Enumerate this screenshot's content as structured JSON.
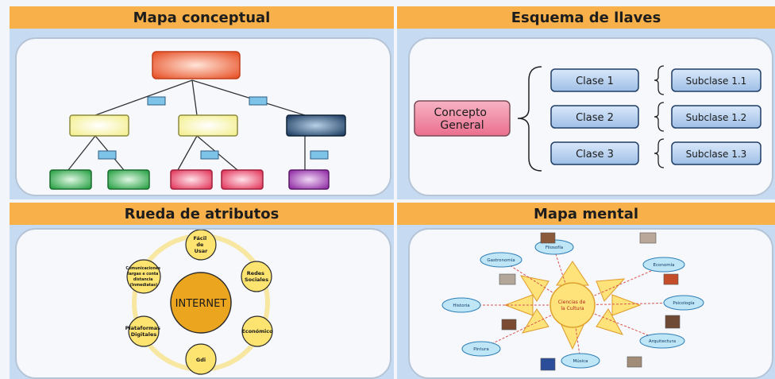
{
  "panels": {
    "concept_map": {
      "title": "Mapa conceptual"
    },
    "brace_scheme": {
      "title": "Esquema de llaves",
      "concept": [
        "Concepto",
        "General"
      ],
      "classes": [
        "Clase 1",
        "Clase 2",
        "Clase 3"
      ],
      "subclasses": [
        "Subclase 1.1",
        "Subclase 1.2",
        "Subclase 1.3"
      ]
    },
    "attribute_wheel": {
      "title": "Rueda de atributos",
      "center": "INTERNET",
      "attributes": [
        [
          "Fácil",
          "de",
          "Usar"
        ],
        [
          "Redes",
          "Sociales"
        ],
        [
          "Económico"
        ],
        [
          "Gdi"
        ],
        [
          "Plataformas",
          "Digitales"
        ],
        [
          "Comunicaciones",
          "largas e conta",
          "distancia",
          "(Inmediatas)"
        ]
      ]
    },
    "mind_map": {
      "title": "Mapa mental",
      "center": [
        "Ciencias de",
        "la Cultura"
      ],
      "topics": [
        "Filosofía",
        "Economía",
        "Psicología",
        "Arquitectura",
        "Música",
        "Pintura",
        "Historia",
        "Gastronomía"
      ]
    }
  },
  "colors": {
    "header": "#f7b04a",
    "panel": "#c6dbf1",
    "root_node": "#e8542a",
    "yellow_node": "#f4ef8e",
    "navy_node": "#1f3f63",
    "green_node": "#27a043",
    "pink_node": "#e2365a",
    "purple_node": "#8e2aa3",
    "connector": "#7ec3e8",
    "class_box": "#bcd5f2",
    "concept_box": "#f08aa2",
    "wheel_center": "#eba51e",
    "wheel_ring": "#f7e7a0",
    "sun": "#fde37a",
    "cloud": "#bfe6f7"
  }
}
